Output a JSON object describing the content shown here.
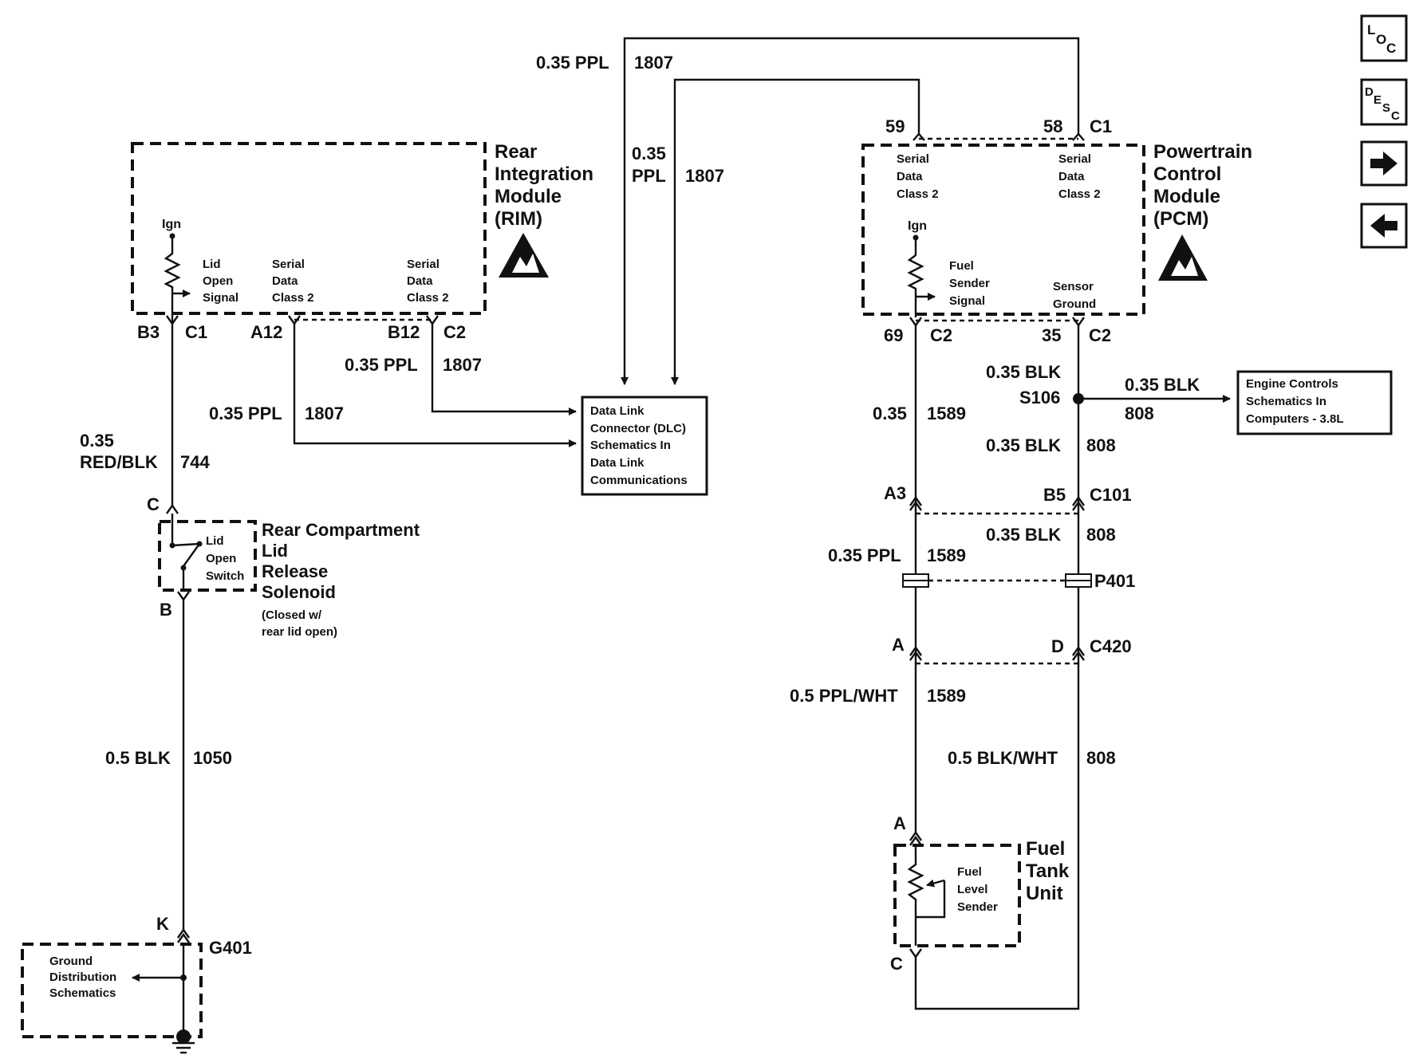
{
  "nav": {
    "loc": {
      "l": "L",
      "o": "O",
      "c": "C"
    },
    "desc": {
      "d": "D",
      "e": "E",
      "s": "S",
      "c": "C"
    },
    "next_icon": "arrow-right-icon",
    "prev_icon": "arrow-left-icon"
  },
  "rim": {
    "title": [
      "Rear",
      "Integration",
      "Module",
      "(RIM)"
    ],
    "ign": "Ign",
    "lid_signal": [
      "Lid",
      "Open",
      "Signal"
    ],
    "sd1": [
      "Serial",
      "Data",
      "Class 2"
    ],
    "sd2": [
      "Serial",
      "Data",
      "Class 2"
    ],
    "pins": {
      "b3": "B3",
      "c1": "C1",
      "a12": "A12",
      "b12": "B12",
      "c2": "C2"
    },
    "esd_icon": "esd-warning-icon"
  },
  "pcm": {
    "title": [
      "Powertrain",
      "Control",
      "Module",
      "(PCM)"
    ],
    "sd1": [
      "Serial",
      "Data",
      "Class 2"
    ],
    "sd2": [
      "Serial",
      "Data",
      "Class 2"
    ],
    "ign": "Ign",
    "fuel_signal": [
      "Fuel",
      "Sender",
      "Signal"
    ],
    "sensor_ground": [
      "Sensor",
      "Ground"
    ],
    "pins_top": {
      "p59": "59",
      "p58": "58",
      "c1": "C1"
    },
    "pins_bottom": {
      "p69": "69",
      "c2a": "C2",
      "p35": "35",
      "c2b": "C2"
    },
    "esd_icon": "esd-warning-icon"
  },
  "dlc": [
    "Data Link",
    "Connector (DLC)",
    "Schematics In",
    "Data Link",
    "Communications"
  ],
  "engine_ref": [
    "Engine Controls",
    "Schematics In",
    "Computers - 3.8L"
  ],
  "wires": {
    "top_size": "0.35 PPL",
    "top_circuit": "1807",
    "mid_size_a": "0.35",
    "mid_size_b": "PPL",
    "mid_circuit": "1807",
    "c2_size": "0.35 PPL",
    "c2_circuit": "1807",
    "a12_size": "0.35 PPL",
    "a12_circuit": "1807",
    "lid_size_a": "0.35",
    "lid_size_b": "RED/BLK",
    "lid_circuit": "744",
    "gnd_size": "0.5 BLK",
    "gnd_circuit": "1050",
    "s106_top_size": "0.35 BLK",
    "s106": "S106",
    "s106_branch_size": "0.35 BLK",
    "s106_branch_circuit": "808",
    "fuel1_size": "0.35",
    "fuel1_circuit": "1589",
    "blk1_size": "0.35 BLK",
    "blk1_circuit": "808",
    "blk2_size": "0.35 BLK",
    "blk2_circuit": "808",
    "fuel2_size": "0.35 PPL",
    "fuel2_circuit": "1589",
    "fuel3_size": "0.5 PPL/WHT",
    "fuel3_circuit": "1589",
    "blk3_size": "0.5 BLK/WHT",
    "blk3_circuit": "808"
  },
  "connectors": {
    "c101_a3": "A3",
    "c101_b5": "B5",
    "c101": "C101",
    "p401": "P401",
    "c420_a": "A",
    "c420_d": "D",
    "c420": "C420",
    "ftu_a": "A",
    "ftu_c": "C",
    "sol_c": "C",
    "sol_b": "B",
    "g401_k": "K",
    "g401": "G401"
  },
  "solenoid": {
    "switch": [
      "Lid",
      "Open",
      "Switch"
    ],
    "title": [
      "Rear Compartment",
      "Lid",
      "Release",
      "Solenoid"
    ],
    "note": [
      "(Closed w/",
      "rear lid open)"
    ]
  },
  "ground_box": [
    "Ground",
    "Distribution",
    "Schematics"
  ],
  "fuel_tank": {
    "title": [
      "Fuel",
      "Tank",
      "Unit"
    ],
    "sender": [
      "Fuel",
      "Level",
      "Sender"
    ]
  }
}
